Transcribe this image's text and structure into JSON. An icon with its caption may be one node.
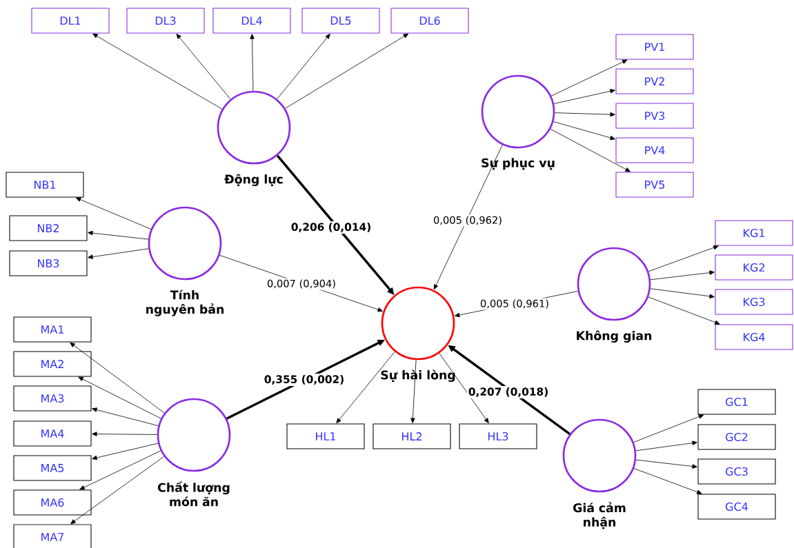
{
  "diagram": {
    "nodes": [
      {
        "text": [
          "Động lực"
        ]
      },
      {
        "text": [
          "DL1"
        ]
      },
      {
        "text": [
          "DL3"
        ]
      },
      {
        "text": [
          "DL4"
        ]
      },
      {
        "text": [
          "DL5"
        ]
      },
      {
        "text": [
          "DL6"
        ]
      },
      {
        "text": [
          "Sự phục vụ"
        ]
      },
      {
        "text": [
          "PV1"
        ]
      },
      {
        "text": [
          "PV2"
        ]
      },
      {
        "text": [
          "PV3"
        ]
      },
      {
        "text": [
          "PV4"
        ]
      },
      {
        "text": [
          "PV5"
        ]
      },
      {
        "text": [
          "Tính nguyên bản"
        ]
      },
      {
        "text": [
          "NB1"
        ]
      },
      {
        "text": [
          "NB2"
        ]
      },
      {
        "text": [
          "NB3"
        ]
      },
      {
        "text": [
          "Không gian"
        ]
      },
      {
        "text": [
          "KG1"
        ]
      },
      {
        "text": [
          "KG2"
        ]
      },
      {
        "text": [
          "KG3"
        ]
      },
      {
        "text": [
          "KG4"
        ]
      },
      {
        "text": [
          "Sự hài lòng"
        ]
      },
      {
        "text": [
          "MA1"
        ]
      },
      {
        "text": [
          "MA2"
        ]
      },
      {
        "text": [
          "MA3"
        ]
      },
      {
        "text": [
          "MA4"
        ]
      },
      {
        "text": [
          "MA5"
        ]
      },
      {
        "text": [
          "MA6"
        ]
      },
      {
        "text": [
          "MA7"
        ]
      },
      {
        "text": [
          "Chất lượng món ăn"
        ]
      },
      {
        "text": [
          "HL1"
        ]
      },
      {
        "text": [
          "HL2"
        ]
      },
      {
        "text": [
          "HL3"
        ]
      },
      {
        "text": [
          "Giá cảm nhận"
        ]
      },
      {
        "text": [
          "GC1"
        ]
      },
      {
        "text": [
          "GC2"
        ]
      },
      {
        "text": [
          "GC3"
        ]
      },
      {
        "text": [
          "GC4"
        ]
      }
    ],
    "edges": [
      {
        "from": 0,
        "to": 1,
        "arrow": "to"
      },
      {
        "from": 0,
        "to": 2,
        "arrow": "to"
      },
      {
        "from": 0,
        "to": 3,
        "arrow": "to"
      },
      {
        "from": 0,
        "to": 4,
        "arrow": "to"
      },
      {
        "from": 0,
        "to": 5,
        "arrow": "to"
      },
      {
        "from": 6,
        "to": 7,
        "arrow": "to"
      },
      {
        "from": 6,
        "to": 8,
        "arrow": "to"
      },
      {
        "from": 6,
        "to": 9,
        "arrow": "to"
      },
      {
        "from": 6,
        "to": 10,
        "arrow": "to"
      },
      {
        "from": 6,
        "to": 11,
        "arrow": "to"
      },
      {
        "from": 12,
        "to": 13,
        "arrow": "to"
      },
      {
        "from": 12,
        "to": 14,
        "arrow": "to"
      },
      {
        "from": 12,
        "to": 15,
        "arrow": "to"
      },
      {
        "from": 16,
        "to": 17,
        "arrow": "to"
      },
      {
        "from": 16,
        "to": 18,
        "arrow": "to"
      },
      {
        "from": 16,
        "to": 19,
        "arrow": "to"
      },
      {
        "from": 16,
        "to": 20,
        "arrow": "to"
      },
      {
        "from": 29,
        "to": 22,
        "arrow": "to"
      },
      {
        "from": 29,
        "to": 23,
        "arrow": "to"
      },
      {
        "from": 29,
        "to": 24,
        "arrow": "to"
      },
      {
        "from": 29,
        "to": 25,
        "arrow": "to"
      },
      {
        "from": 29,
        "to": 26,
        "arrow": "to"
      },
      {
        "from": 29,
        "to": 27,
        "arrow": "to"
      },
      {
        "from": 29,
        "to": 28,
        "arrow": "to"
      },
      {
        "from": 21,
        "to": 30,
        "arrow": "to"
      },
      {
        "from": 21,
        "to": 31,
        "arrow": "to"
      },
      {
        "from": 21,
        "to": 32,
        "arrow": "to"
      },
      {
        "from": 33,
        "to": 34,
        "arrow": "to"
      },
      {
        "from": 33,
        "to": 35,
        "arrow": "to"
      },
      {
        "from": 33,
        "to": 36,
        "arrow": "to"
      },
      {
        "from": 33,
        "to": 37,
        "arrow": "to"
      },
      {
        "from": 0,
        "to": 21,
        "arrow": "to",
        "label": "0,206 (0,014)",
        "style": "thick"
      },
      {
        "from": 6,
        "to": 21,
        "arrow": "to",
        "label": "0,005 (0,962)"
      },
      {
        "from": 12,
        "to": 21,
        "arrow": "to",
        "label": "0,007 (0,904)"
      },
      {
        "from": 16,
        "to": 21,
        "arrow": "to",
        "label": "0,005 (0,961)"
      },
      {
        "from": 29,
        "to": 21,
        "arrow": "to",
        "label": "0,355 (0,002)",
        "style": "thick"
      },
      {
        "from": 33,
        "to": 21,
        "arrow": "to",
        "label": "0,207 (0,018)",
        "style": "thick"
      }
    ]
  }
}
